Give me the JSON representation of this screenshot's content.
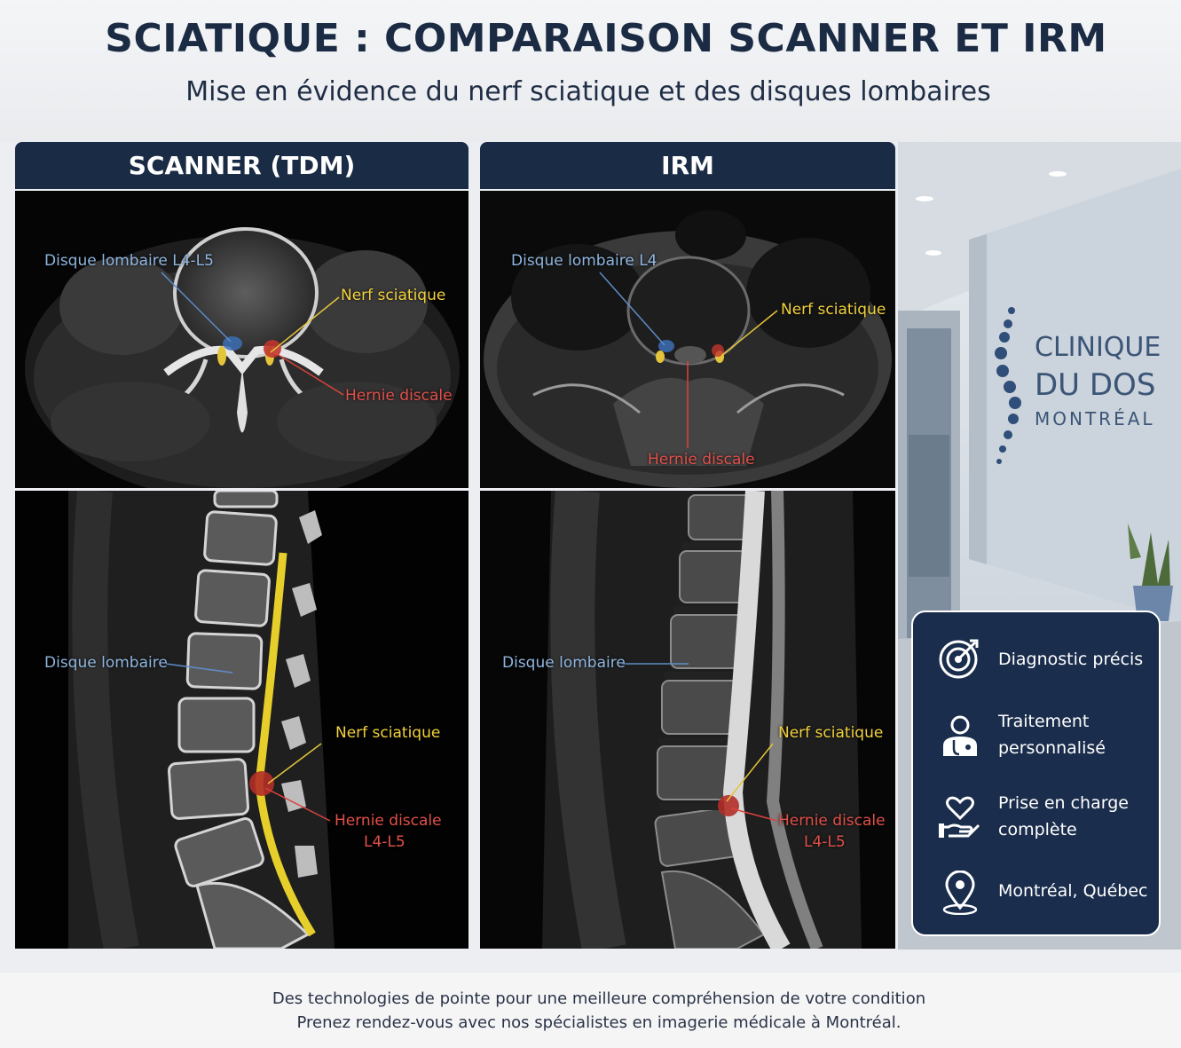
{
  "header": {
    "title": "SCIATIQUE : COMPARAISON SCANNER ET IRM",
    "subtitle": "Mise en évidence du nerf sciatique et des disques lombaires"
  },
  "scanner": {
    "heading": "SCANNER (TDM)",
    "axial": {
      "disc_label": "Disque lombaire L4-L5",
      "nerve_label": "Nerf sciatique",
      "hernia_label": "Hernie discale"
    },
    "sagittal": {
      "disc_label": "Disque lombaire",
      "nerve_label": "Nerf sciatique",
      "hernia_label": "Hernie discale",
      "hernia_level": "L4-L5"
    }
  },
  "irm": {
    "heading": "IRM",
    "axial": {
      "disc_label": "Disque lombaire L4",
      "nerve_label": "Nerf sciatique",
      "hernia_label": "Hernie discale"
    },
    "sagittal": {
      "disc_label": "Disque lombaire",
      "nerve_label": "Nerf sciatique",
      "hernia_label": "Hernie discale",
      "hernia_level": "L4-L5"
    }
  },
  "clinic": {
    "logo_line1": "CLINIQUE",
    "logo_line2": "DU DOS",
    "logo_line3": "MONTRÉAL"
  },
  "features": [
    {
      "icon": "target-icon",
      "line1": "Diagnostic précis",
      "line2": ""
    },
    {
      "icon": "doctor-icon",
      "line1": "Traitement",
      "line2": "personnalisé"
    },
    {
      "icon": "heart-hand-icon",
      "line1": "Prise en charge",
      "line2": "complète"
    },
    {
      "icon": "location-pin-icon",
      "line1": "Montréal, Québec",
      "line2": ""
    }
  ],
  "footer": {
    "line1": "Des technologies de pointe pour une meilleure compréhension de votre condition",
    "line2": "Prenez rendez-vous avec nos spécialistes en imagerie médicale à Montréal."
  },
  "colors": {
    "navy": "#1a2b45",
    "disc_label": "#8fb6e0",
    "nerve_label": "#f2d13d",
    "hernia_label": "#e2504a"
  }
}
